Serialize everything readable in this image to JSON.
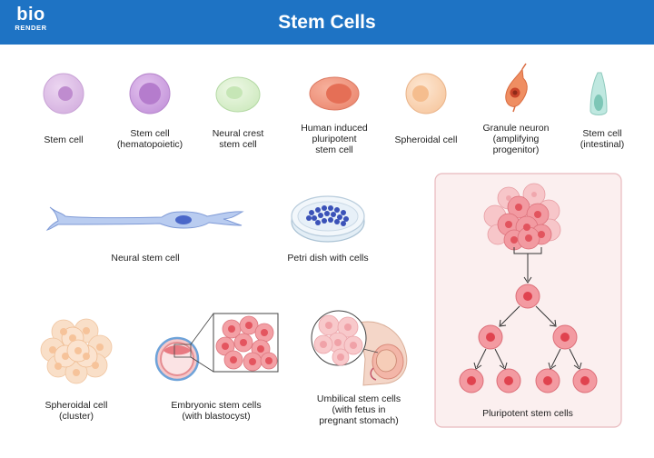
{
  "header": {
    "logo_main": "bio",
    "logo_sub": "RENDER",
    "title": "Stem Cells",
    "color": "#1e73c4"
  },
  "labels": {
    "stem_cell": "Stem cell",
    "stem_cell_hematopoietic": "Stem cell\n(hematopoietic)",
    "neural_crest": "Neural crest\nstem cell",
    "hipsc": "Human induced\npluripotent\nstem cell",
    "spheroidal_cell": "Spheroidal cell",
    "granule_neuron": "Granule neuron\n(amplifying\nprogenitor)",
    "stem_cell_intestinal": "Stem cell\n(intestinal)",
    "neural_stem_cell": "Neural stem cell",
    "petri_dish": "Petri dish with cells",
    "spheroidal_cluster": "Spheroidal cell\n(cluster)",
    "embryonic": "Embryonic stem cells\n(with blastocyst)",
    "umbilical": "Umbilical stem cells\n(with fetus in\npregnant stomach)",
    "pluripotent": "Pluripotent stem cells"
  }
}
